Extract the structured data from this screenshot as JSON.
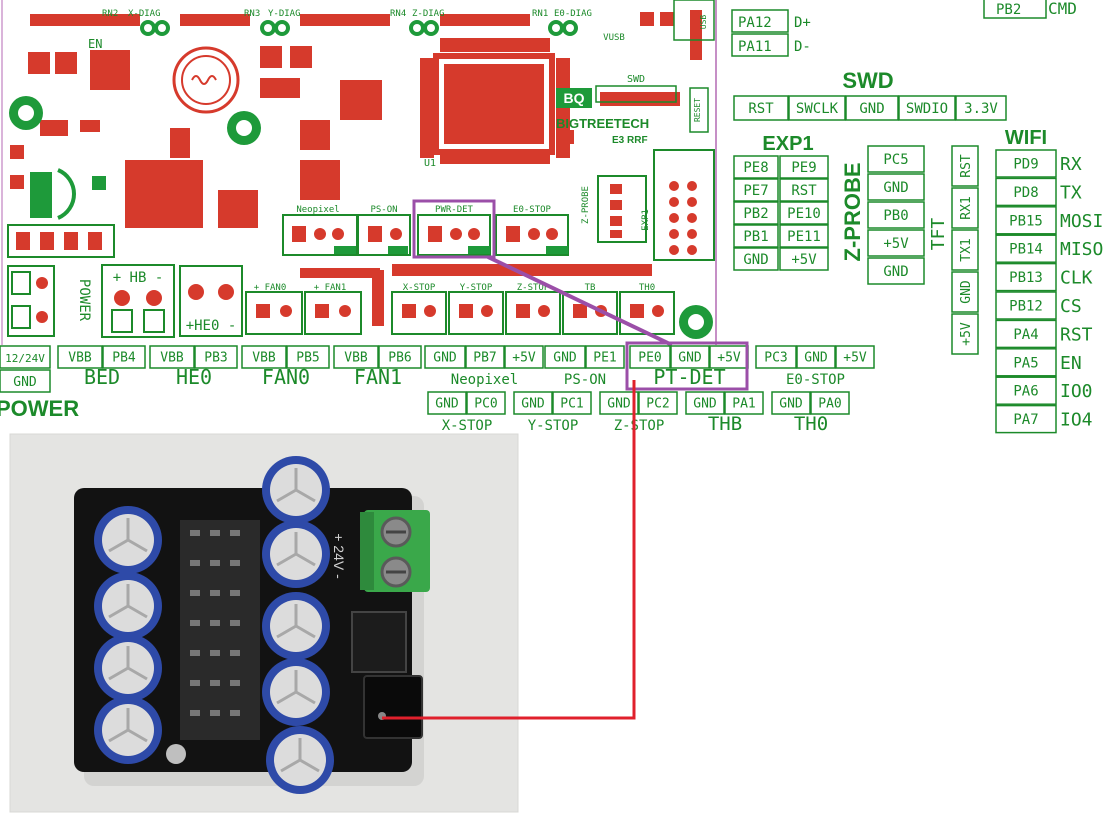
{
  "board": {
    "brand": "BIGTREETECH",
    "model": "E3 RRF",
    "silk": {
      "rn2": "RN2",
      "x_diag": "X-DIAG",
      "rn3": "RN3",
      "y_diag": "Y-DIAG",
      "rn4": "RN4",
      "z_diag": "Z-DIAG",
      "rn1": "RN1",
      "e0_diag": "E0-DIAG",
      "en": "EN",
      "vusb": "VUSB",
      "usb": "USB",
      "swd": "SWD",
      "reset": "RESET",
      "u1": "U1",
      "neopixel": "Neopixel",
      "ps_on": "PS-ON",
      "pwr_det": "PWR-DET",
      "e0_stop": "E0-STOP",
      "z_probe": "Z-PROBE",
      "exp1": "EXP1",
      "power": "POWER",
      "hb": "+ HB -",
      "he0": "+HE0 -",
      "fan0": "+ FAN0",
      "fan1": "+ FAN1",
      "x_stop": "X-STOP",
      "y_stop": "Y-STOP",
      "z_stop": "Z-STOP",
      "tb": "TB",
      "th0": "TH0"
    }
  },
  "top_right": {
    "pb2": "PB2",
    "cmd": "CMD"
  },
  "usb_pins": [
    {
      "pin": "PA12",
      "sig": "D+"
    },
    {
      "pin": "PA11",
      "sig": "D-"
    }
  ],
  "swd": {
    "title": "SWD",
    "pins": [
      "RST",
      "SWCLK",
      "GND",
      "SWDIO",
      "3.3V"
    ]
  },
  "exp1": {
    "title": "EXP1",
    "rows": [
      [
        "PE8",
        "PE9"
      ],
      [
        "PE7",
        "RST"
      ],
      [
        "PB2",
        "PE10"
      ],
      [
        "PB1",
        "PE11"
      ],
      [
        "GND",
        "+5V"
      ]
    ]
  },
  "zprobe": {
    "title": "Z-PROBE",
    "pins": [
      "PC5",
      "GND",
      "PB0",
      "+5V",
      "GND"
    ]
  },
  "tft": {
    "title": "TFT",
    "pins": [
      "RST",
      "RX1",
      "TX1",
      "GND",
      "+5V"
    ]
  },
  "wifi": {
    "title": "WIFI",
    "rows": [
      {
        "pin": "PD9",
        "sig": "RX"
      },
      {
        "pin": "PD8",
        "sig": "TX"
      },
      {
        "pin": "PB15",
        "sig": "MOSI"
      },
      {
        "pin": "PB14",
        "sig": "MISO"
      },
      {
        "pin": "PB13",
        "sig": "CLK"
      },
      {
        "pin": "PB12",
        "sig": "CS"
      },
      {
        "pin": "PA4",
        "sig": "RST"
      },
      {
        "pin": "PA5",
        "sig": "EN"
      },
      {
        "pin": "PA6",
        "sig": "IO0"
      },
      {
        "pin": "PA7",
        "sig": "IO4"
      }
    ]
  },
  "power": {
    "voltage": "12/24V",
    "gnd": "GND",
    "title": "POWER"
  },
  "bottom_row": [
    {
      "pins": [
        "VBB",
        "PB4"
      ],
      "label": "BED"
    },
    {
      "pins": [
        "VBB",
        "PB3"
      ],
      "label": "HE0"
    },
    {
      "pins": [
        "VBB",
        "PB5"
      ],
      "label": "FAN0"
    },
    {
      "pins": [
        "VBB",
        "PB6"
      ],
      "label": "FAN1"
    },
    {
      "pins": [
        "GND",
        "PB7",
        "+5V"
      ],
      "label": "Neopixel"
    },
    {
      "pins": [
        "GND",
        "PE1"
      ],
      "label": "PS-ON"
    },
    {
      "pins": [
        "PE0",
        "GND",
        "+5V"
      ],
      "label": "PT-DET"
    },
    {
      "pins": [
        "PC3",
        "GND",
        "+5V"
      ],
      "label": "E0-STOP"
    }
  ],
  "stop_row": [
    {
      "pins": [
        "GND",
        "PC0"
      ],
      "label": "X-STOP"
    },
    {
      "pins": [
        "GND",
        "PC1"
      ],
      "label": "Y-STOP"
    },
    {
      "pins": [
        "GND",
        "PC2"
      ],
      "label": "Z-STOP"
    },
    {
      "pins": [
        "GND",
        "PA1"
      ],
      "label": "THB"
    },
    {
      "pins": [
        "GND",
        "PA0"
      ],
      "label": "TH0"
    }
  ],
  "module": {
    "voltage_label": "+ 24V -"
  },
  "colors": {
    "green_text": "#1c8a2a",
    "pcb_pad": "#d63a2c",
    "pcb_green": "#1e9a3a",
    "highlight": "#9b4fa8",
    "wire": "#e0202c",
    "photo_bg": "#e4e4e2",
    "module_board": "#121212",
    "capacitor": "#2e4aa8",
    "terminal": "#3aa84a"
  }
}
